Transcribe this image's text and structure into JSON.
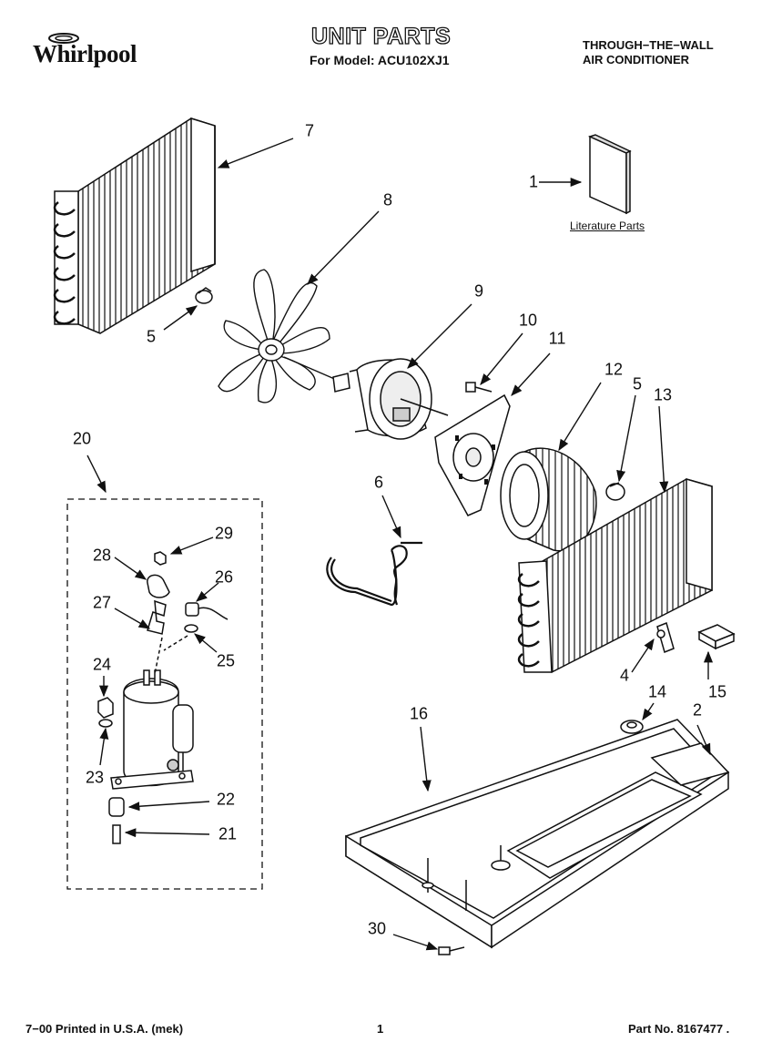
{
  "header": {
    "brand": "Whirlpool",
    "title": "UNIT PARTS",
    "model_line": "For Model: ACU102XJ1",
    "unit_type_line1": "THROUGH−THE−WALL",
    "unit_type_line2": "AIR CONDITIONER"
  },
  "literature_label": "Literature Parts",
  "callouts": {
    "c1": "1",
    "c2": "2",
    "c4": "4",
    "c5a": "5",
    "c5b": "5",
    "c6": "6",
    "c7": "7",
    "c8": "8",
    "c9": "9",
    "c10": "10",
    "c11": "11",
    "c12": "12",
    "c13": "13",
    "c14": "14",
    "c15": "15",
    "c16": "16",
    "c20": "20",
    "c21": "21",
    "c22": "22",
    "c23": "23",
    "c24": "24",
    "c25": "25",
    "c26": "26",
    "c27": "27",
    "c28": "28",
    "c29": "29",
    "c30": "30"
  },
  "footer": {
    "printed": "7−00 Printed in U.S.A. (mek)",
    "page_number": "1",
    "part_number": "Part No. 8167477 ."
  }
}
